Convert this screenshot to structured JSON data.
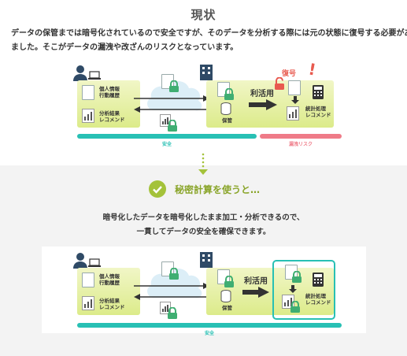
{
  "header": {
    "title": "現状",
    "intro_line1": "データの保管までは暗号化されているので安全ですが、そのデータを分析する際には元の状態に復号する必要があり",
    "intro_line2": "ました。そこがデータの漏洩や改ざんのリスクとなっています。"
  },
  "diagram_current": {
    "left_box": {
      "label1": "個人情報",
      "label2": "行動履歴",
      "label3": "分析結果",
      "label4": "レコメンド"
    },
    "right_box": {
      "storage_label": "保管",
      "use_label": "利活用",
      "decrypt_label": "復号",
      "exclaim": "!",
      "stats1": "統計処理",
      "stats2": "レコメンド"
    },
    "safe_label": "安全",
    "risk_label": "漏洩リスク"
  },
  "secure_section": {
    "heading": "秘密計算を使うと…",
    "desc_line1": "暗号化したデータを暗号化したまま加工・分析できるので、",
    "desc_line2": "一貫してデータの安全を確保できます。"
  },
  "diagram_secure": {
    "left_box": {
      "label1": "個人情報",
      "label2": "行動履歴",
      "label3": "分析結果",
      "label4": "レコメンド"
    },
    "right_box": {
      "storage_label": "保管",
      "use_label": "利活用",
      "stats1": "統計処理",
      "stats2": "レコメンド"
    },
    "safe_label": "安全"
  },
  "colors": {
    "safe": "#28c0b4",
    "risk": "#ef7b88",
    "accent": "#a4c23a",
    "lock": "#3fae72",
    "decrypt": "#e85a4f"
  }
}
